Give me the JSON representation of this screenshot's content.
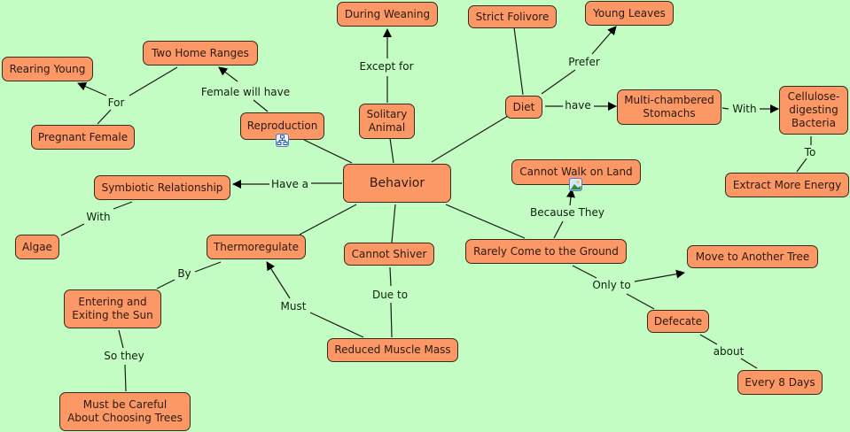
{
  "title": "Behavior",
  "colors": {
    "background": "#c4fdc4",
    "node_fill": "#fc9866",
    "node_border": "#3a2a1a",
    "line": "#1a1a1a"
  },
  "nodes": {
    "behavior": "Behavior",
    "reproduction": "Reproduction",
    "two_home_ranges": "Two Home Ranges",
    "rearing_young": "Rearing Young",
    "pregnant_female": "Pregnant Female",
    "solitary_animal": "Solitary\nAnimal",
    "during_weaning": "During Weaning",
    "diet": "Diet",
    "strict_folivore": "Strict Folivore",
    "young_leaves": "Young Leaves",
    "multi_chambered": "Multi-chambered\nStomachs",
    "cellulose": "Cellulose-\ndigesting\nBacteria",
    "extract_energy": "Extract More Energy",
    "cannot_walk": "Cannot Walk on Land",
    "rarely_ground": "Rarely Come to the Ground",
    "move_tree": "Move to Another Tree",
    "defecate": "Defecate",
    "every_8_days": "Every 8 Days",
    "symbiotic": "Symbiotic Relationship",
    "algae": "Algae",
    "thermoregulate": "Thermoregulate",
    "cannot_shiver": "Cannot Shiver",
    "reduced_muscle": "Reduced Muscle Mass",
    "entering_exiting": "Entering and\nExiting the Sun",
    "must_be_careful": "Must be Careful\nAbout Choosing Trees"
  },
  "links": {
    "for": "For",
    "female_will_have": "Female will have",
    "except_for": "Except for",
    "prefer": "Prefer",
    "have": "have",
    "with_bacteria": "With",
    "to": "To",
    "because_they": "Because They",
    "only_to": "Only to",
    "about": "about",
    "have_a": "Have a",
    "with_algae": "With",
    "by": "By",
    "must": "Must",
    "due_to": "Due to",
    "so_they": "So they"
  },
  "icons": {
    "reproduction": "concept-map-resource-icon",
    "cannot_walk": "image-resource-icon"
  }
}
